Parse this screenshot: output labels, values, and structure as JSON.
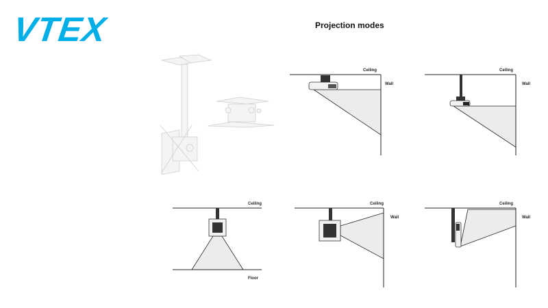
{
  "brand": {
    "logo_text": "VTEX",
    "color": "#00aee8"
  },
  "title": "Projection modes",
  "diagrams": [
    {
      "mode": "ceiling-flush",
      "labels": {
        "ceiling": "Ceiling",
        "wall": "Wall"
      }
    },
    {
      "mode": "ceiling-drop",
      "labels": {
        "ceiling": "Ceiling",
        "wall": "Wall"
      }
    },
    {
      "mode": "down-to-floor",
      "labels": {
        "ceiling": "Ceiling",
        "floor": "Floor"
      }
    },
    {
      "mode": "horizontal-to-wall",
      "labels": {
        "ceiling": "Ceiling",
        "wall": "Wall"
      }
    },
    {
      "mode": "vertical-up",
      "labels": {
        "ceiling": "Ceiling",
        "wall": "Wall"
      }
    }
  ]
}
